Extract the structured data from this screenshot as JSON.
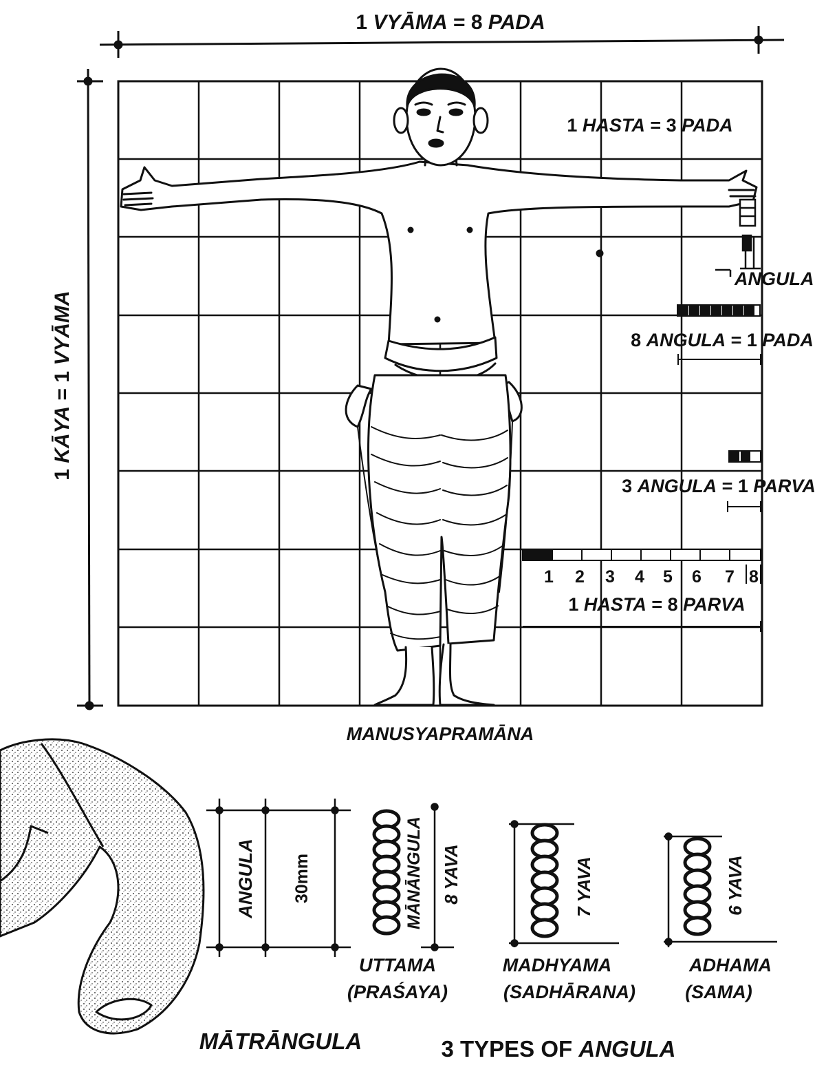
{
  "top_label": {
    "a": "1 ",
    "b": "VYĀMA",
    "c": " = 8  ",
    "d": "PADA"
  },
  "side_label": {
    "a": "1 ",
    "b": "KĀYA",
    "c": " = 1 ",
    "d": "VYĀMA"
  },
  "hasta_pada": {
    "a": "1  ",
    "b": "HASTA",
    "c": " = 3 ",
    "d": "PADA"
  },
  "angula": "ANGULA",
  "angula_pada": {
    "a": "8 ",
    "b": "ANGULA",
    "c": "  = 1 ",
    "d": "PADA"
  },
  "angula_parva": {
    "a": "3 ",
    "b": "ANGULA",
    "c": " = 1 ",
    "d": "PARVA"
  },
  "scale_numbers": [
    "1",
    "2",
    "3",
    "4",
    "5",
    "6",
    "7",
    "8"
  ],
  "hasta_parva": {
    "a": "1 ",
    "b": "HASTA",
    "c": "  = 8 ",
    "d": "PARVA"
  },
  "manusya": "MANUSYAPRAMĀNA",
  "angula_vertical": "ANGULA",
  "mm_label": "30mm",
  "manangula": "MĀNĀNGULA",
  "yava8": "8 YAVA",
  "yava7": "7 YAVA",
  "yava6": "6 YAVA",
  "uttama": "UTTAMA",
  "prasaya": "(PRAŚAYA)",
  "madhyama": "MADHYAMA",
  "sadharana": "(SADHĀRANA)",
  "adhama": "ADHAMA",
  "sama": "(SAMA)",
  "matrangula": "MĀTRĀNGULA",
  "types": {
    "a": "3 TYPES OF ",
    "b": "ANGULA"
  }
}
